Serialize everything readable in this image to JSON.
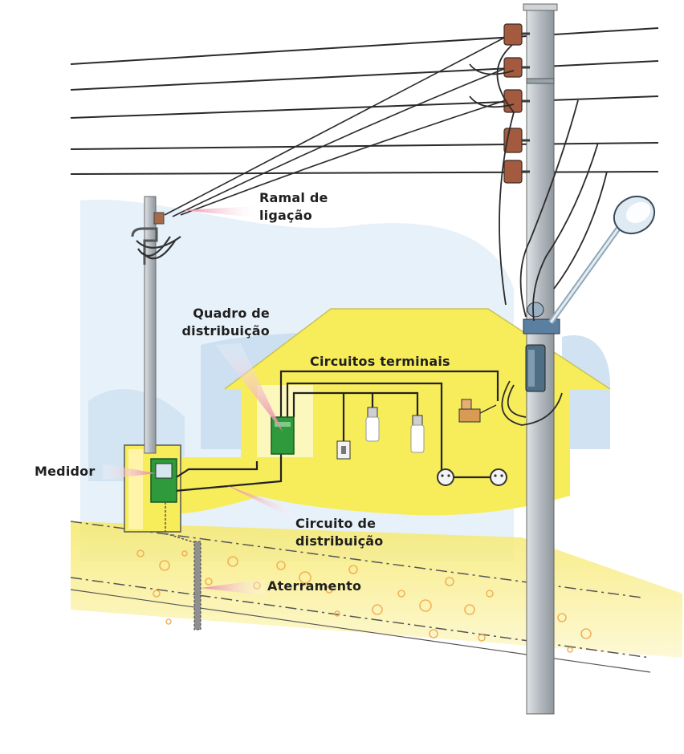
{
  "labels": {
    "ramal": [
      "Ramal de",
      "ligação"
    ],
    "quadro": [
      "Quadro de",
      "distribuição"
    ],
    "circuitos_terminais": "Circuitos terminais",
    "medidor": "Medidor",
    "circuito_distribuicao": [
      "Circuito de",
      "distribuição"
    ],
    "aterramento": "Aterramento"
  },
  "colors": {
    "house_yellow": "#f7ec5a",
    "sky_blue": "#c9def0",
    "box_green": "#2e9a3c",
    "pointer_pink": "#e8849f",
    "wire": "#2a2a2a",
    "pole_gray": "#b9bec4"
  }
}
